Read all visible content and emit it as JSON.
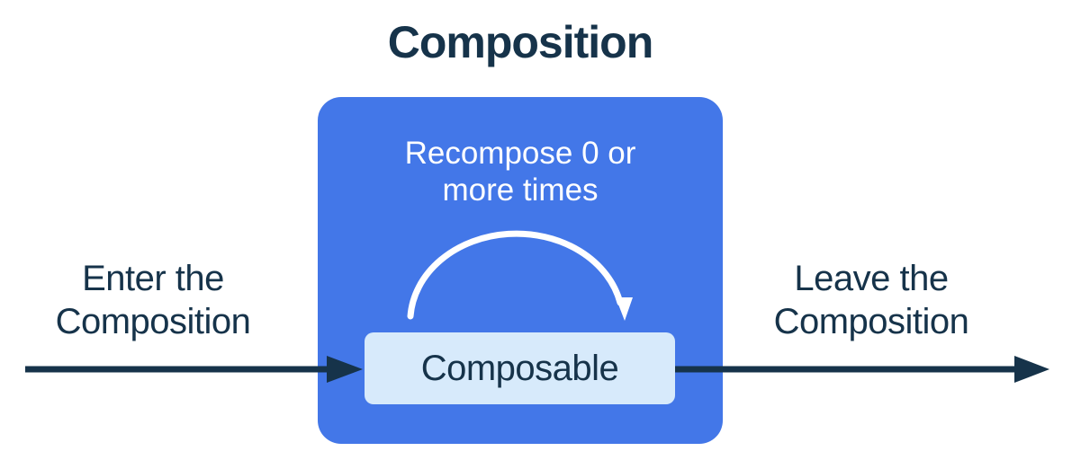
{
  "title": "Composition",
  "colors": {
    "blue": "#4377E8",
    "light-blue": "#D7EAFB",
    "ink": "#16334A",
    "white": "#FFFFFF"
  },
  "composition_box": {
    "recompose_line1": "Recompose 0 or",
    "recompose_line2": "more times",
    "composable_label": "Composable"
  },
  "labels": {
    "enter_line1": "Enter the",
    "enter_line2": "Composition",
    "leave_line1": "Leave the",
    "leave_line2": "Composition"
  },
  "icons": {
    "enter_arrow": "arrow-right",
    "leave_arrow": "arrow-right",
    "recompose_loop_arrow": "curved-arc-arrow-clockwise"
  }
}
